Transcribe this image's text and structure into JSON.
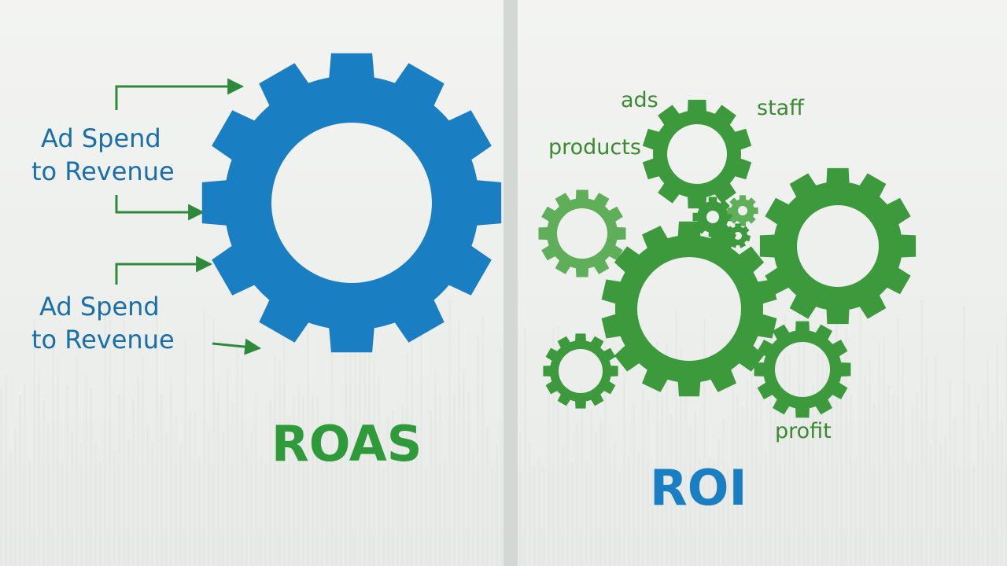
{
  "left_panel": {
    "label_top_line1": "Ad Spend",
    "label_top_line2": "to Revenue",
    "label_bottom_line1": "Ad Spend",
    "label_bottom_line2": "to Revenue",
    "title": "ROAS"
  },
  "right_panel": {
    "words": {
      "ads": "ads",
      "staff": "staff",
      "products": "products",
      "profit": "profit"
    },
    "title": "ROI"
  },
  "colors": {
    "background": "#eef0ee",
    "divider": "#d4d8d4",
    "roas_gear": "#1a7ec2",
    "roas_text": "#2e9a3a",
    "roi_gear": "#3c9a3c",
    "roi_gear_light": "#5fae5a",
    "roi_text": "#1a7ec2",
    "label_blue": "#1a6fa8",
    "arrow_green": "#2e8a3a"
  },
  "icons": [
    "gear-icon",
    "arrow-right-icon"
  ]
}
